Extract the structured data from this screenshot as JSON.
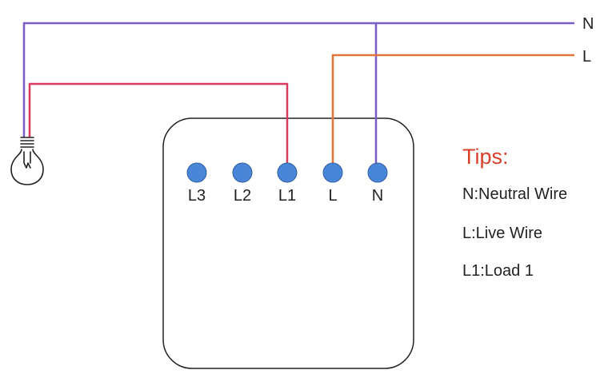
{
  "lines": {
    "neutral_label": "N",
    "live_label": "L"
  },
  "terminals": [
    {
      "label": "L3"
    },
    {
      "label": "L2"
    },
    {
      "label": "L1"
    },
    {
      "label": "L"
    },
    {
      "label": "N"
    }
  ],
  "tips": {
    "title": "Tips:",
    "items": [
      "N:Neutral Wire",
      "L:Live Wire",
      "L1:Load 1"
    ]
  },
  "colors": {
    "neutral_wire": "#7b5cc4",
    "live_wire": "#e0743a",
    "load_wire": "#d83a5e",
    "terminal": "#4a86d8",
    "tips_title": "#d9402b",
    "outline": "#222222"
  },
  "icons": {
    "lamp": "light-bulb-icon"
  }
}
